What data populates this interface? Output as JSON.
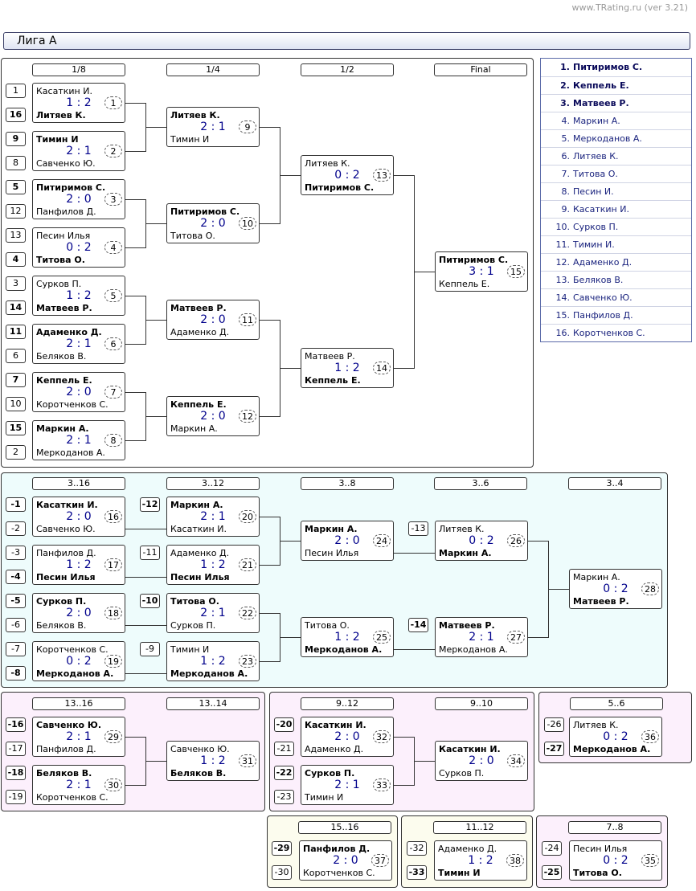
{
  "credit": "www.TRating.ru (ver 3.21)",
  "league_title": "Лига А",
  "ranking": [
    {
      "place": "1.",
      "name": "Питиримов С."
    },
    {
      "place": "2.",
      "name": "Кеппель Е."
    },
    {
      "place": "3.",
      "name": "Матвеев Р."
    },
    {
      "place": "4.",
      "name": "Маркин А."
    },
    {
      "place": "5.",
      "name": "Меркоданов А."
    },
    {
      "place": "6.",
      "name": "Литяев К."
    },
    {
      "place": "7.",
      "name": "Титова О."
    },
    {
      "place": "8.",
      "name": "Песин И."
    },
    {
      "place": "9.",
      "name": "Касаткин И."
    },
    {
      "place": "10.",
      "name": "Сурков П."
    },
    {
      "place": "11.",
      "name": "Тимин И."
    },
    {
      "place": "12.",
      "name": "Адаменко Д."
    },
    {
      "place": "13.",
      "name": "Беляков В."
    },
    {
      "place": "14.",
      "name": "Савченко Ю."
    },
    {
      "place": "15.",
      "name": "Панфилов Д."
    },
    {
      "place": "16.",
      "name": "Коротченков С."
    }
  ],
  "headers": {
    "main": [
      "1/8",
      "1/4",
      "1/2",
      "Final"
    ],
    "cons3": [
      "3..16",
      "3..12",
      "3..8",
      "3..6",
      "3..4"
    ],
    "p13": [
      "13..16",
      "13..14"
    ],
    "p9": [
      "9..12",
      "9..10"
    ],
    "p5": [
      "5..6"
    ],
    "p15": [
      "15..16"
    ],
    "p11": [
      "11..12"
    ],
    "p7": [
      "7..8"
    ]
  },
  "matches": [
    {
      "n": "1",
      "p1": "Касаткин И.",
      "p2": "Литяев К.",
      "score": "1 : 2",
      "win": 2
    },
    {
      "n": "2",
      "p1": "Тимин И",
      "p2": "Савченко Ю.",
      "score": "2 : 1",
      "win": 1
    },
    {
      "n": "3",
      "p1": "Питиримов С.",
      "p2": "Панфилов Д.",
      "score": "2 : 0",
      "win": 1
    },
    {
      "n": "4",
      "p1": "Песин Илья",
      "p2": "Титова О.",
      "score": "0 : 2",
      "win": 2
    },
    {
      "n": "5",
      "p1": "Сурков П.",
      "p2": "Матвеев Р.",
      "score": "1 : 2",
      "win": 2
    },
    {
      "n": "6",
      "p1": "Адаменко Д.",
      "p2": "Беляков В.",
      "score": "2 : 1",
      "win": 1
    },
    {
      "n": "7",
      "p1": "Кеппель Е.",
      "p2": "Коротченков С.",
      "score": "2 : 0",
      "win": 1
    },
    {
      "n": "8",
      "p1": "Маркин А.",
      "p2": "Меркоданов А.",
      "score": "2 : 1",
      "win": 1
    },
    {
      "n": "9",
      "p1": "Литяев К.",
      "p2": "Тимин И",
      "score": "2 : 1",
      "win": 1
    },
    {
      "n": "10",
      "p1": "Питиримов С.",
      "p2": "Титова О.",
      "score": "2 : 0",
      "win": 1
    },
    {
      "n": "11",
      "p1": "Матвеев Р.",
      "p2": "Адаменко Д.",
      "score": "2 : 0",
      "win": 1
    },
    {
      "n": "12",
      "p1": "Кеппель Е.",
      "p2": "Маркин А.",
      "score": "2 : 0",
      "win": 1
    },
    {
      "n": "13",
      "p1": "Литяев К.",
      "p2": "Питиримов С.",
      "score": "0 : 2",
      "win": 2
    },
    {
      "n": "14",
      "p1": "Матвеев Р.",
      "p2": "Кеппель Е.",
      "score": "1 : 2",
      "win": 2
    },
    {
      "n": "15",
      "p1": "Питиримов С.",
      "p2": "Кеппель Е.",
      "score": "3 : 1",
      "win": 1
    },
    {
      "n": "16",
      "p1": "Касаткин И.",
      "p2": "Савченко Ю.",
      "score": "2 : 0",
      "win": 1
    },
    {
      "n": "17",
      "p1": "Панфилов Д.",
      "p2": "Песин Илья",
      "score": "1 : 2",
      "win": 2
    },
    {
      "n": "18",
      "p1": "Сурков П.",
      "p2": "Беляков В.",
      "score": "2 : 0",
      "win": 1
    },
    {
      "n": "19",
      "p1": "Коротченков С.",
      "p2": "Меркоданов А.",
      "score": "0 : 2",
      "win": 2
    },
    {
      "n": "20",
      "p1": "Маркин А.",
      "p2": "Касаткин И.",
      "score": "2 : 1",
      "win": 1
    },
    {
      "n": "21",
      "p1": "Адаменко Д.",
      "p2": "Песин Илья",
      "score": "1 : 2",
      "win": 2
    },
    {
      "n": "22",
      "p1": "Титова О.",
      "p2": "Сурков П.",
      "score": "2 : 1",
      "win": 1
    },
    {
      "n": "23",
      "p1": "Тимин И",
      "p2": "Меркоданов А.",
      "score": "1 : 2",
      "win": 2
    },
    {
      "n": "24",
      "p1": "Маркин А.",
      "p2": "Песин Илья",
      "score": "2 : 0",
      "win": 1
    },
    {
      "n": "25",
      "p1": "Титова О.",
      "p2": "Меркоданов А.",
      "score": "1 : 2",
      "win": 2
    },
    {
      "n": "26",
      "p1": "Литяев К.",
      "p2": "Маркин А.",
      "score": "0 : 2",
      "win": 2
    },
    {
      "n": "27",
      "p1": "Матвеев Р.",
      "p2": "Меркоданов А.",
      "score": "2 : 1",
      "win": 1
    },
    {
      "n": "28",
      "p1": "Маркин А.",
      "p2": "Матвеев Р.",
      "score": "0 : 2",
      "win": 2
    },
    {
      "n": "29",
      "p1": "Савченко Ю.",
      "p2": "Панфилов Д.",
      "score": "2 : 1",
      "win": 1
    },
    {
      "n": "30",
      "p1": "Беляков В.",
      "p2": "Коротченков С.",
      "score": "2 : 1",
      "win": 1
    },
    {
      "n": "31",
      "p1": "Савченко Ю.",
      "p2": "Беляков В.",
      "score": "1 : 2",
      "win": 2
    },
    {
      "n": "32",
      "p1": "Касаткин И.",
      "p2": "Адаменко Д.",
      "score": "2 : 0",
      "win": 1
    },
    {
      "n": "33",
      "p1": "Сурков П.",
      "p2": "Тимин И",
      "score": "2 : 1",
      "win": 1
    },
    {
      "n": "34",
      "p1": "Касаткин И.",
      "p2": "Сурков П.",
      "score": "2 : 0",
      "win": 1
    },
    {
      "n": "36",
      "p1": "Литяев К.",
      "p2": "Меркоданов А.",
      "score": "0 : 2",
      "win": 2
    },
    {
      "n": "37",
      "p1": "Панфилов Д.",
      "p2": "Коротченков С.",
      "score": "2 : 0",
      "win": 1
    },
    {
      "n": "38",
      "p1": "Адаменко Д.",
      "p2": "Тимин И",
      "score": "1 : 2",
      "win": 2
    },
    {
      "n": "35",
      "p1": "Песин Илья",
      "p2": "Титова О.",
      "score": "0 : 2",
      "win": 2
    }
  ],
  "seeds": [
    {
      "t": "1",
      "w": false
    },
    {
      "t": "16",
      "w": true
    },
    {
      "t": "9",
      "w": true
    },
    {
      "t": "8",
      "w": false
    },
    {
      "t": "5",
      "w": true
    },
    {
      "t": "12",
      "w": false
    },
    {
      "t": "13",
      "w": false
    },
    {
      "t": "4",
      "w": true
    },
    {
      "t": "3",
      "w": false
    },
    {
      "t": "14",
      "w": true
    },
    {
      "t": "11",
      "w": true
    },
    {
      "t": "6",
      "w": false
    },
    {
      "t": "7",
      "w": true
    },
    {
      "t": "10",
      "w": false
    },
    {
      "t": "15",
      "w": true
    },
    {
      "t": "2",
      "w": false
    },
    {
      "t": "-1",
      "w": true
    },
    {
      "t": "-2",
      "w": false
    },
    {
      "t": "-3",
      "w": false
    },
    {
      "t": "-4",
      "w": true
    },
    {
      "t": "-5",
      "w": true
    },
    {
      "t": "-6",
      "w": false
    },
    {
      "t": "-7",
      "w": false
    },
    {
      "t": "-8",
      "w": true
    },
    {
      "t": "-12",
      "w": true
    },
    {
      "t": "-11",
      "w": false
    },
    {
      "t": "-10",
      "w": true
    },
    {
      "t": "-9",
      "w": false
    },
    {
      "t": "-13",
      "w": false
    },
    {
      "t": "-14",
      "w": true
    },
    {
      "t": "-16",
      "w": true
    },
    {
      "t": "-17",
      "w": false
    },
    {
      "t": "-18",
      "w": true
    },
    {
      "t": "-19",
      "w": false
    },
    {
      "t": "-20",
      "w": true
    },
    {
      "t": "-21",
      "w": false
    },
    {
      "t": "-22",
      "w": true
    },
    {
      "t": "-23",
      "w": false
    },
    {
      "t": "-26",
      "w": false
    },
    {
      "t": "-27",
      "w": true
    },
    {
      "t": "-29",
      "w": true
    },
    {
      "t": "-30",
      "w": false
    },
    {
      "t": "-32",
      "w": false
    },
    {
      "t": "-33",
      "w": true
    },
    {
      "t": "-24",
      "w": false
    },
    {
      "t": "-25",
      "w": true
    }
  ],
  "colors": {
    "panel_main": "#ffffff",
    "panel_cons": "#eefcfc",
    "panel_pink": "#fcf0fc",
    "panel_yellow": "#fcfcee",
    "score": "#00008b"
  }
}
